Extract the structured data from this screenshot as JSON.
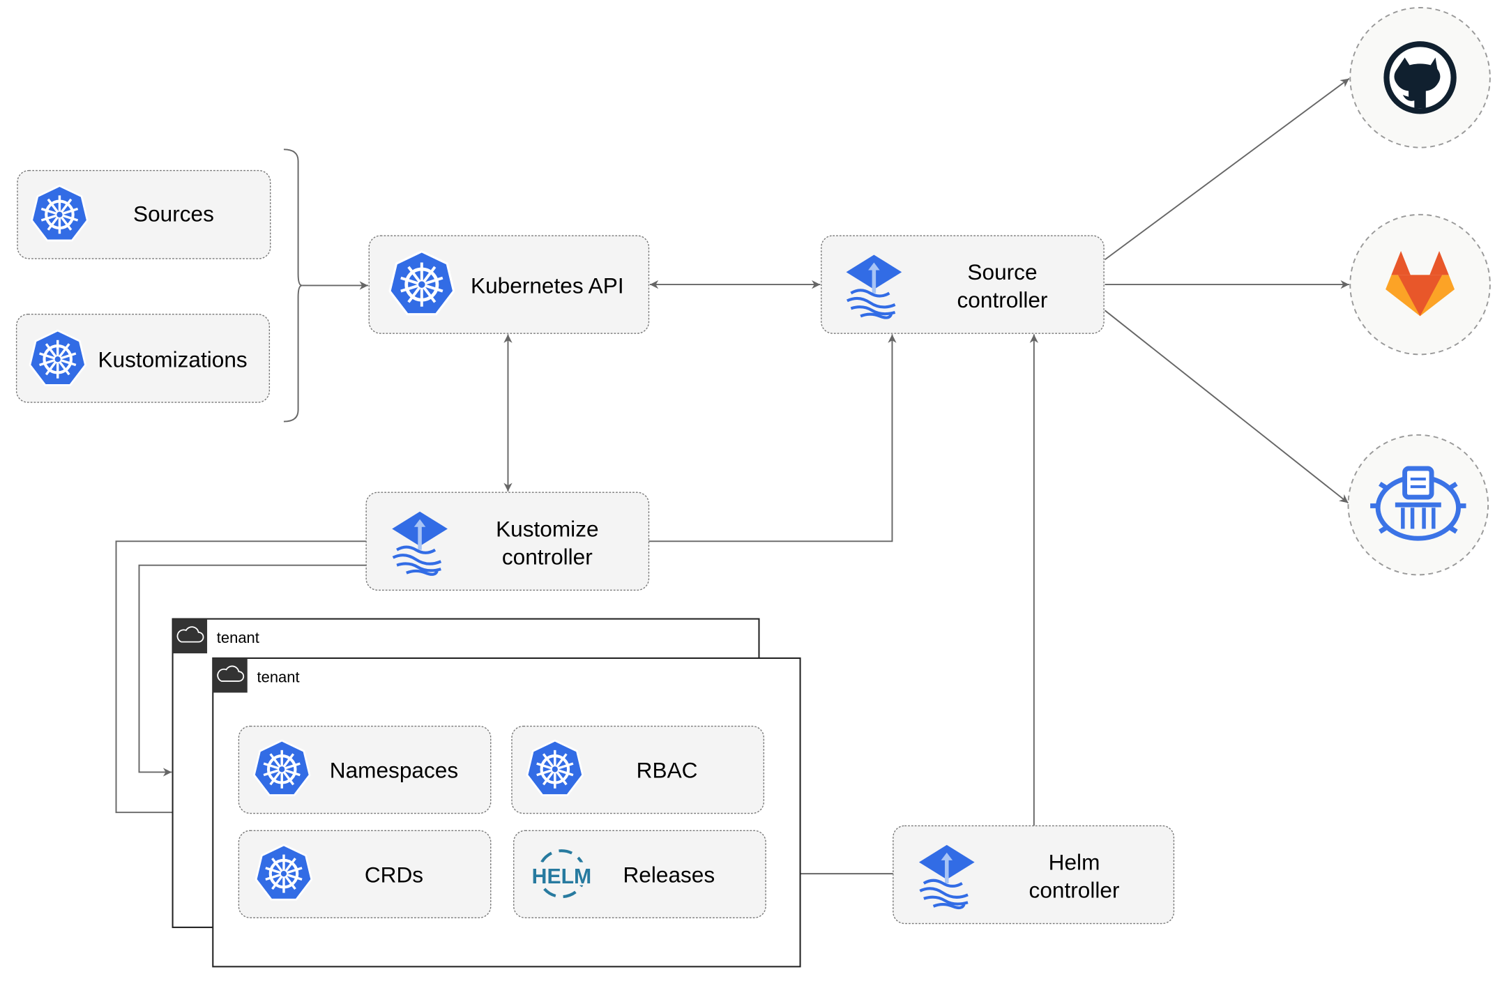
{
  "nodes": {
    "sources": "Sources",
    "kustomizations": "Kustomizations",
    "kubernetes_api": "Kubernetes API",
    "source_controller": [
      "Source",
      "controller"
    ],
    "kustomize_controller": [
      "Kustomize",
      "controller"
    ],
    "helm_controller": [
      "Helm",
      "controller"
    ]
  },
  "tenants": {
    "back_label": "tenant",
    "front_label": "tenant",
    "items": [
      "Namespaces",
      "RBAC",
      "CRDs",
      "Releases"
    ]
  },
  "external_sources": [
    {
      "icon": "github-icon"
    },
    {
      "icon": "gitlab-icon"
    },
    {
      "icon": "bucket-icon"
    }
  ],
  "helm_logo_text": "HELM",
  "colors": {
    "kubernetes_blue": "#326ce5",
    "github_dark": "#10202f",
    "gitlab_orange": "#e8572a",
    "helm_teal": "#277a9f",
    "tenant_header": "#333333"
  }
}
